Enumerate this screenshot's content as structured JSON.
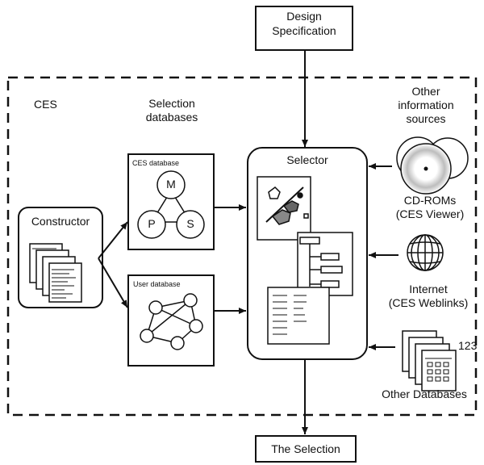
{
  "diagram": {
    "design_spec": {
      "line1": "Design",
      "line2": "Specification"
    },
    "selection": {
      "label": "The Selection"
    },
    "ces_label": "CES",
    "selection_db_label": {
      "line1": "Selection",
      "line2": "databases"
    },
    "constructor": {
      "label": "Constructor"
    },
    "ces_database": {
      "label": "CES database",
      "nodes": [
        "M",
        "P",
        "S"
      ]
    },
    "user_database": {
      "label": "User database"
    },
    "selector": {
      "label": "Selector"
    },
    "other_sources": {
      "line1": "Other",
      "line2": "information",
      "line3": "sources"
    },
    "cdroms": {
      "line1": "CD-ROMs",
      "line2": "(CES Viewer)"
    },
    "internet": {
      "line1": "Internet",
      "line2": "(CES Weblinks)"
    },
    "other_databases": {
      "label": "Other Databases",
      "number": "123"
    }
  },
  "colors": {
    "stroke": "#111111",
    "background": "#ffffff",
    "disc_glow": "#cccccc"
  }
}
